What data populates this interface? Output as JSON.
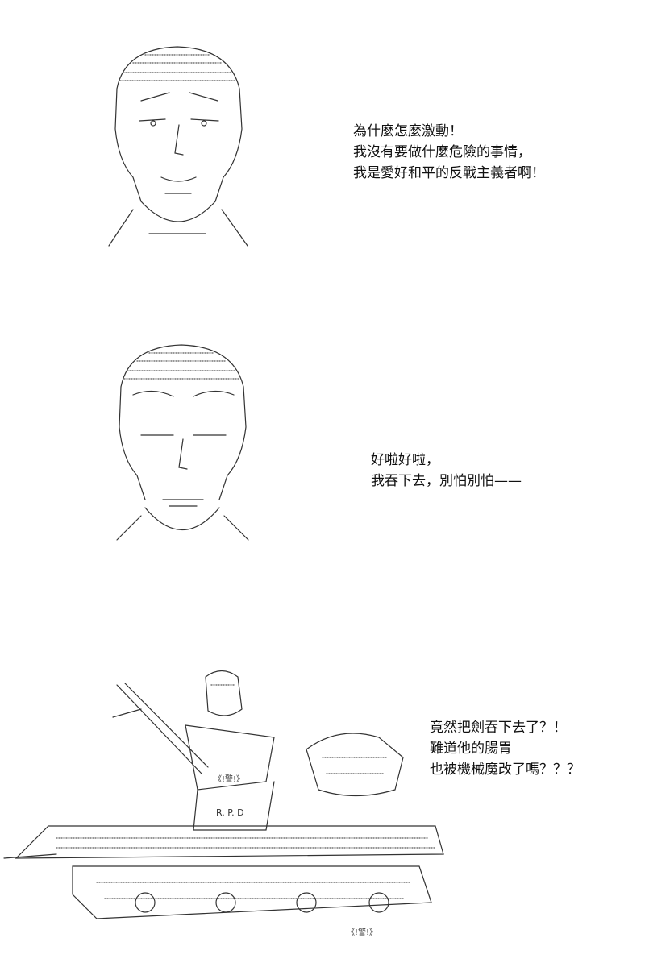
{
  "panels": [
    {
      "caption": {
        "line1": "為什麼怎麼激動！",
        "line2": "我沒有要做什麼危險的事情，",
        "line3": "我是愛好和平的反戰主義者啊！"
      }
    },
    {
      "caption": {
        "line1": "好啦好啦，",
        "line2": "我吞下去，別怕別怕——"
      }
    },
    {
      "caption": {
        "line1": "竟然把劍吞下去了？！",
        "line2": "難道他的腸胃",
        "line3": "也被機械魔改了嗎？？？"
      },
      "art_labels": {
        "badge_left": "《!警!》",
        "badge_chest": "R. P. D",
        "badge_right": "《!警!》"
      }
    }
  ]
}
